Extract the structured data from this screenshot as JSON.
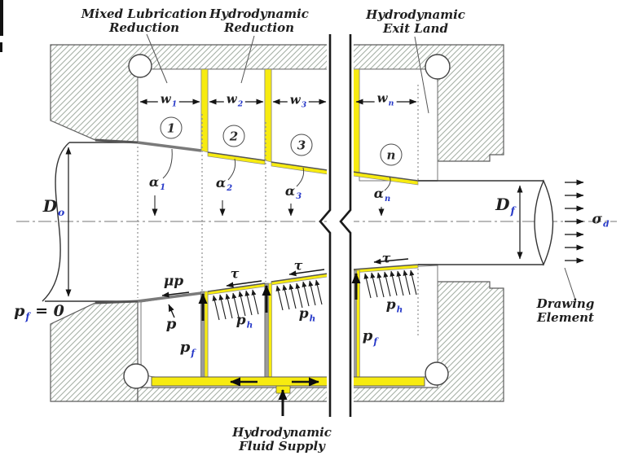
{
  "figure": {
    "callouts": {
      "mixed_lubrication": {
        "line1": "Mixed Lubrication",
        "line2": "Reduction"
      },
      "hydrodynamic_reduction": {
        "line1": "Hydrodynamic",
        "line2": "Reduction"
      },
      "hydrodynamic_exit_land": {
        "line1": "Hydrodynamic",
        "line2": "Exit Land"
      },
      "fluid_supply": {
        "line1": "Hydrodynamic",
        "line2": "Fluid Supply"
      },
      "drawing_element": {
        "line1": "Drawing",
        "line2": "Element"
      }
    },
    "dimensions": {
      "d_entry": {
        "base": "D",
        "sub": "o"
      },
      "d_exit": {
        "base": "D",
        "sub": "f"
      },
      "w1": {
        "base": "w",
        "sub": "1"
      },
      "w2": {
        "base": "w",
        "sub": "2"
      },
      "w3": {
        "base": "w",
        "sub": "3"
      },
      "wn": {
        "base": "w",
        "sub": "n"
      }
    },
    "segment_numbers": {
      "s1": "1",
      "s2": "2",
      "s3": "3",
      "sn": "n"
    },
    "angles": {
      "a1": {
        "base": "α",
        "sub": "1"
      },
      "a2": {
        "base": "α",
        "sub": "2"
      },
      "a3": {
        "base": "α",
        "sub": "3"
      },
      "an": {
        "base": "α",
        "sub": "n"
      }
    },
    "pressures": {
      "pf_zero": {
        "base": "p",
        "sub": "f",
        "rest": " = 0"
      },
      "mu_p": {
        "text": "μp"
      },
      "p": {
        "text": "p"
      },
      "tau": {
        "text": "τ"
      },
      "ph": {
        "base": "p",
        "sub": "h"
      },
      "pf": {
        "base": "p",
        "sub": "f"
      },
      "sigma_d": {
        "base": "σ",
        "sub": "d"
      }
    },
    "colors": {
      "lubricant_yellow": "#f7eb10",
      "subscript_blue": "#2638c8",
      "hatch_gray": "#a6b0a6",
      "line_dark": "#4a4a4a"
    }
  }
}
